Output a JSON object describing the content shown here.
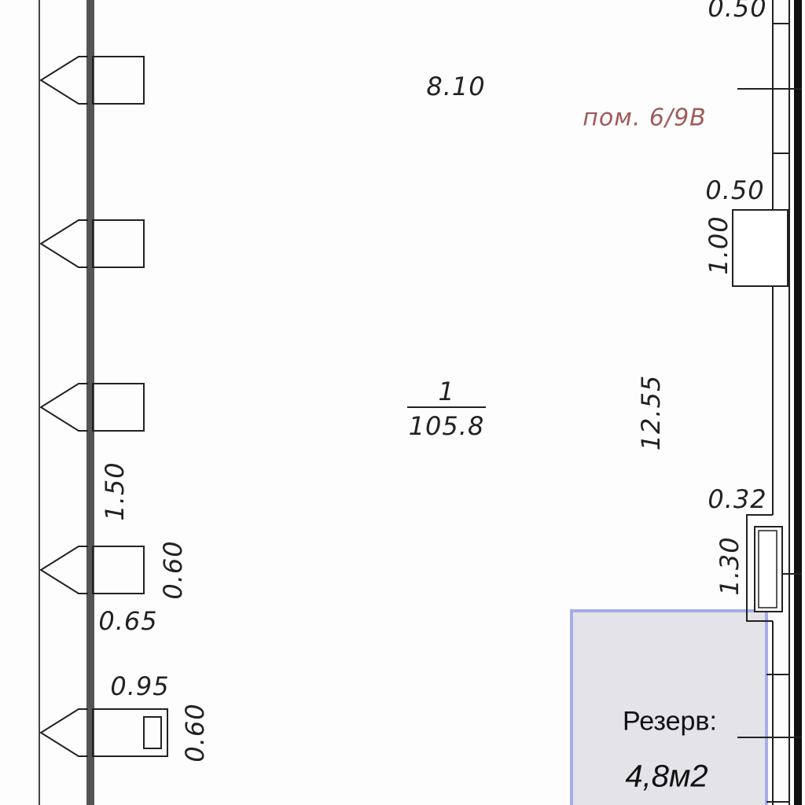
{
  "plan": {
    "room_label": "пом. 6/9В",
    "room_number": "1",
    "room_area": "105.8",
    "dimensions": {
      "top_width": "8.10",
      "right_length": "12.55",
      "right_top_pier": "0.50",
      "right_pier": "0.50",
      "right_niche": "1.00",
      "right_window_offset": "0.32",
      "right_window": "1.30",
      "left_spacing": "1.50",
      "left_unit_depth": "0.60",
      "left_unit_width": "0.65",
      "left_last_unit_width": "0.95",
      "left_last_unit_depth": "0.60"
    },
    "reserve": {
      "label": "Резерв:",
      "area": "4,8м2",
      "fill": "#e3e3e8",
      "border": "#a6ace6"
    }
  }
}
